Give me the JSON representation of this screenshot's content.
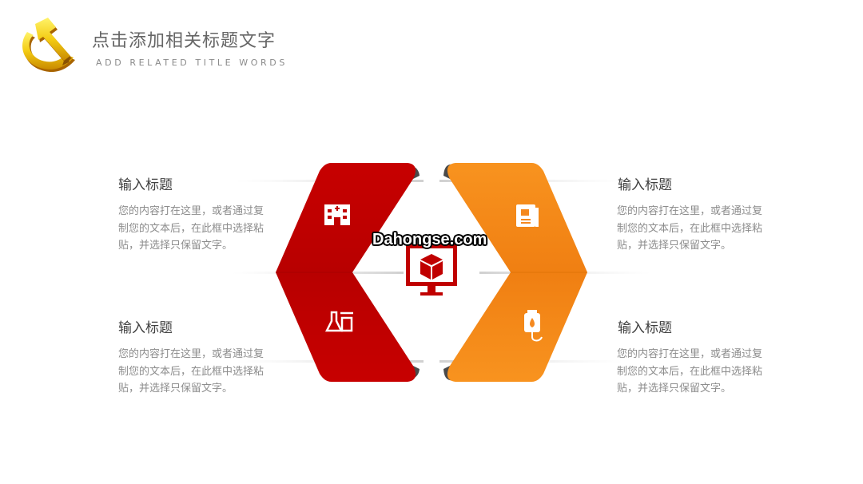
{
  "header": {
    "title": "点击添加相关标题文字",
    "subtitle": "ADD RELATED TITLE WORDS",
    "logo_icon": "hammer-and-sickle-icon"
  },
  "colors": {
    "red": "#c00000",
    "orange": "#f5891f",
    "text_dark": "#404040",
    "text_light": "#8c8c8c"
  },
  "watermark": "Dahongse.com",
  "center_icon": "monitor-cube-icon",
  "items": [
    {
      "title": "输入标题",
      "body": "您的内容打在这里，或者通过复制您的文本后，在此框中选择粘贴，并选择只保留文字。",
      "icon": "hospital-icon"
    },
    {
      "title": "输入标题",
      "body": "您的内容打在这里，或者通过复制您的文本后，在此框中选择粘贴，并选择只保留文字。",
      "icon": "flask-icon"
    },
    {
      "title": "输入标题",
      "body": "您的内容打在这里，或者通过复制您的文本后，在此框中选择粘贴，并选择只保留文字。",
      "icon": "medical-id-card-icon"
    },
    {
      "title": "输入标题",
      "body": "您的内容打在这里，或者通过复制您的文本后，在此框中选择粘贴，并选择只保留文字。",
      "icon": "iv-bag-icon"
    }
  ]
}
